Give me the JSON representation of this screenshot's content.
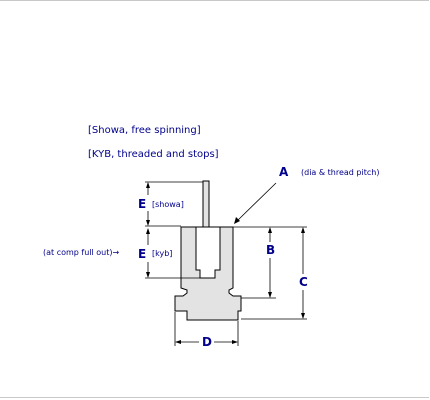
{
  "notes": {
    "showa": "[Showa, free spinning]",
    "kyb": "[KYB, threaded and stops]"
  },
  "labels": {
    "a": "A",
    "a_note": "(dia & thread pitch)",
    "b": "B",
    "c": "C",
    "d": "D",
    "e_top": "E",
    "e_top_note": "[showa]",
    "e_bottom": "E",
    "e_bottom_note": "[kyb]",
    "comp_note": "(at comp full out)→"
  },
  "colors": {
    "text": "#00008b",
    "part_fill": "#e3e3e3",
    "outline": "#000000"
  }
}
